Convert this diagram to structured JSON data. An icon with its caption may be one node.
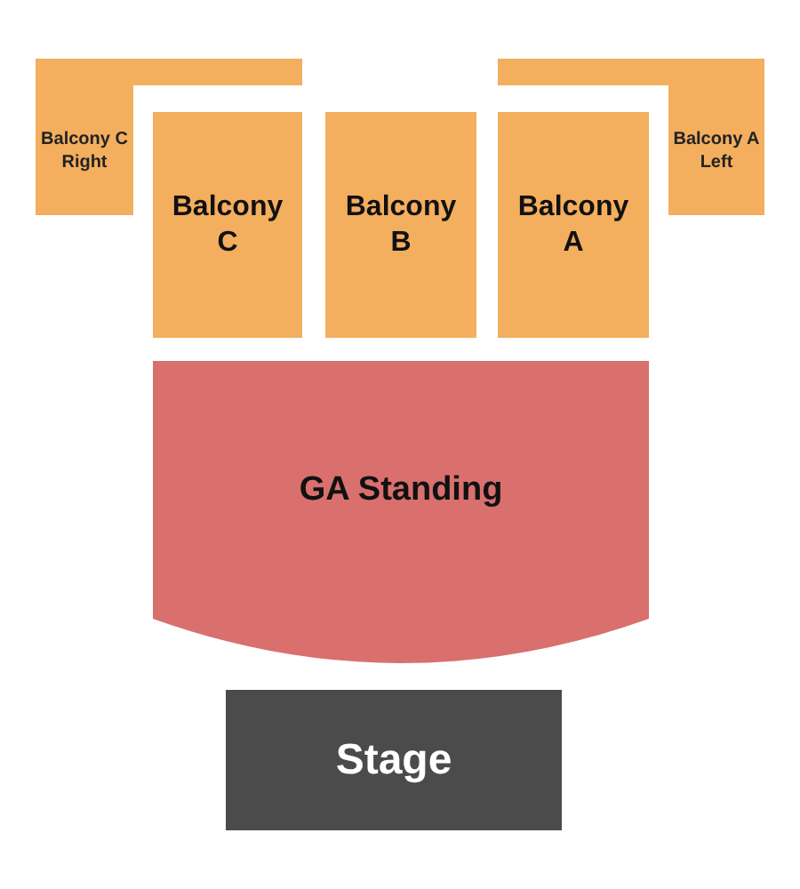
{
  "diagram": {
    "nodes": [
      {
        "text": [
          "Balcony C Right"
        ]
      },
      {
        "text": [
          "Balcony C"
        ]
      },
      {
        "text": [
          "Balcony B"
        ]
      },
      {
        "text": [
          "Balcony A"
        ]
      },
      {
        "text": [
          "Balcony A Left"
        ]
      },
      {
        "text": [
          "GA Standing"
        ]
      },
      {
        "text": [
          "Stage"
        ]
      }
    ]
  }
}
